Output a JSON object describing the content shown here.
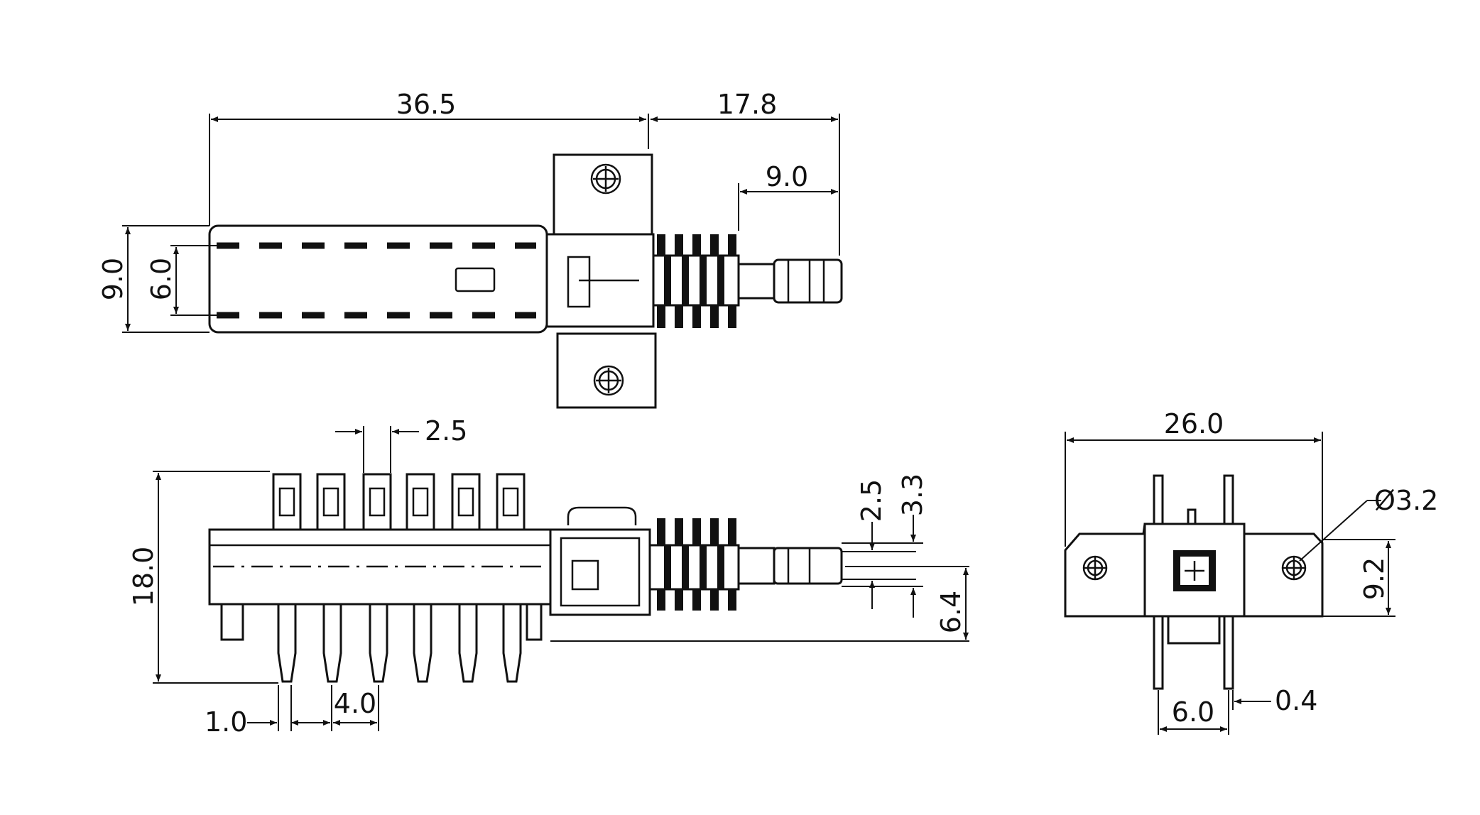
{
  "colors": {
    "line": "#111111",
    "background": "#ffffff"
  },
  "top_view": {
    "dim_overall_length": "36.5",
    "dim_plunger_length": "17.8",
    "dim_stroke": "9.0",
    "dim_outer_width": "9.0",
    "dim_inner_width": "6.0"
  },
  "side_view": {
    "dim_terminal_width": "2.5",
    "dim_height": "18.0",
    "dim_pin_width": "1.0",
    "dim_pin_pitch": "4.0",
    "dim_plunger_small": "2.5",
    "dim_plunger_large": "3.3",
    "dim_center_offset": "6.4"
  },
  "end_view": {
    "dim_flange_width": "26.0",
    "dim_hole_diameter": "Ø3.2",
    "dim_hole_height": "9.2",
    "dim_pin_spacing": "6.0",
    "dim_pin_thickness": "0.4"
  }
}
